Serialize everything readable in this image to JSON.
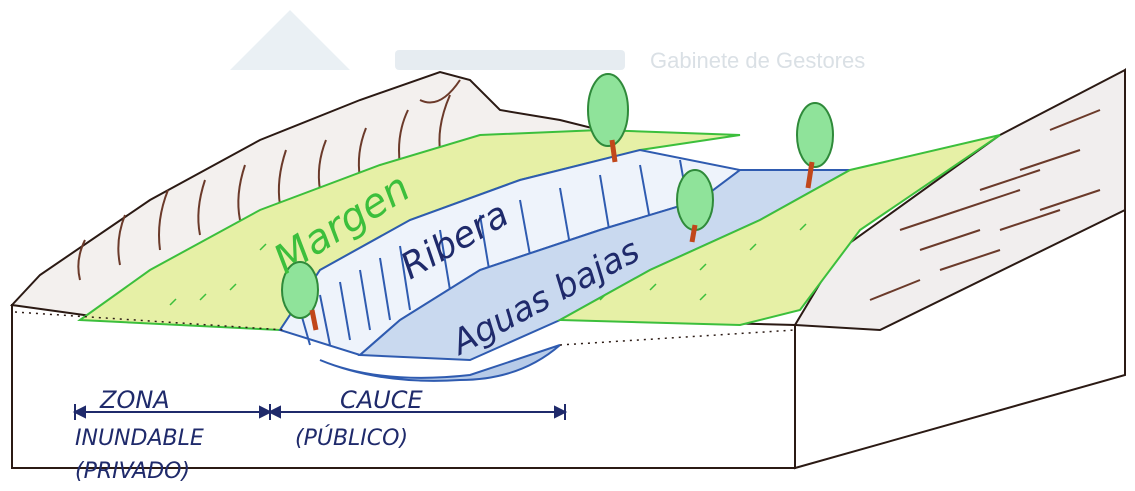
{
  "watermark": {
    "text": "Gabinete de Gestores",
    "color": "#d6dde3"
  },
  "labels": {
    "margen": "Margen",
    "ribera": "Ribera",
    "aguas_bajas": "Aguas bajas",
    "zona": "ZONA",
    "inundable": "INUNDABLE",
    "privado": "(PRIVADO)",
    "cauce": "CAUCE",
    "publico": "(PÚBLICO)"
  },
  "colors": {
    "ink": "#1f2a6b",
    "margin_green": "#e6f0a6",
    "margin_edge": "#3cbf3c",
    "ribera_blue": "#2f5bb0",
    "water": "#c9d9ef",
    "mountain": "#6b3a2a",
    "tree": "#8fe39a",
    "trunk": "#c1471b"
  }
}
